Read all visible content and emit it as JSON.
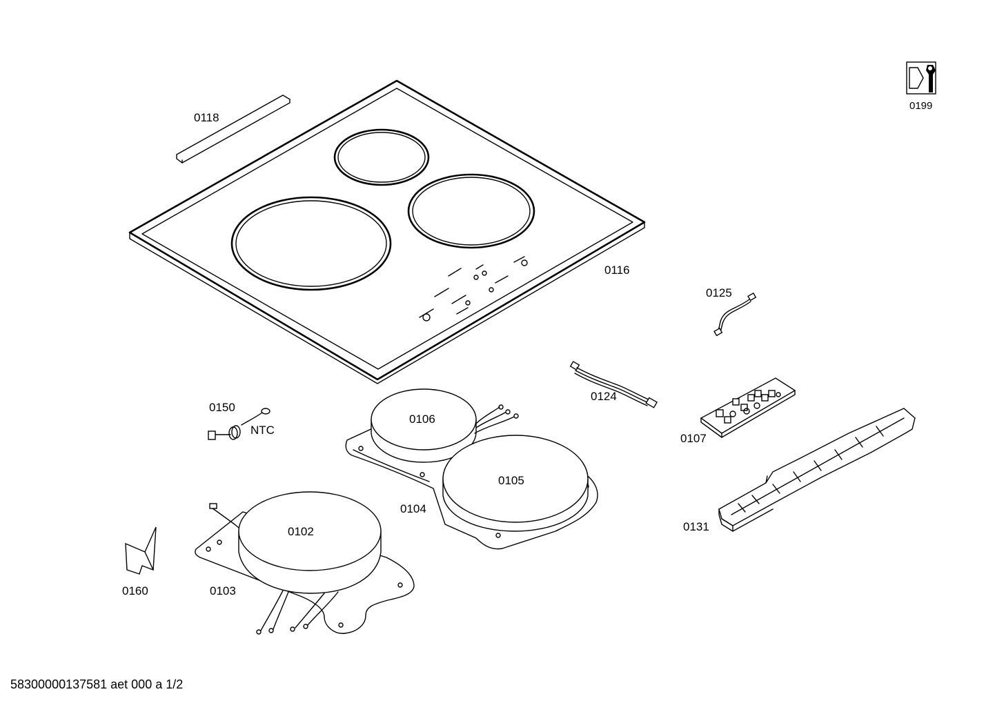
{
  "diagram": {
    "parts": [
      {
        "id": "p0118",
        "label": "0118"
      },
      {
        "id": "p0116",
        "label": "0116"
      },
      {
        "id": "p0199",
        "label": "0199"
      },
      {
        "id": "p0125",
        "label": "0125"
      },
      {
        "id": "p0124",
        "label": "0124"
      },
      {
        "id": "p0150",
        "label": "0150"
      },
      {
        "id": "pNTC",
        "label": "NTC"
      },
      {
        "id": "p0106",
        "label": "0106"
      },
      {
        "id": "p0107",
        "label": "0107"
      },
      {
        "id": "p0105",
        "label": "0105"
      },
      {
        "id": "p0104",
        "label": "0104"
      },
      {
        "id": "p0131",
        "label": "0131"
      },
      {
        "id": "p0102",
        "label": "0102"
      },
      {
        "id": "p0160",
        "label": "0160"
      },
      {
        "id": "p0103",
        "label": "0103"
      }
    ],
    "footer": "58300000137581 aet 000 a 1/2"
  }
}
